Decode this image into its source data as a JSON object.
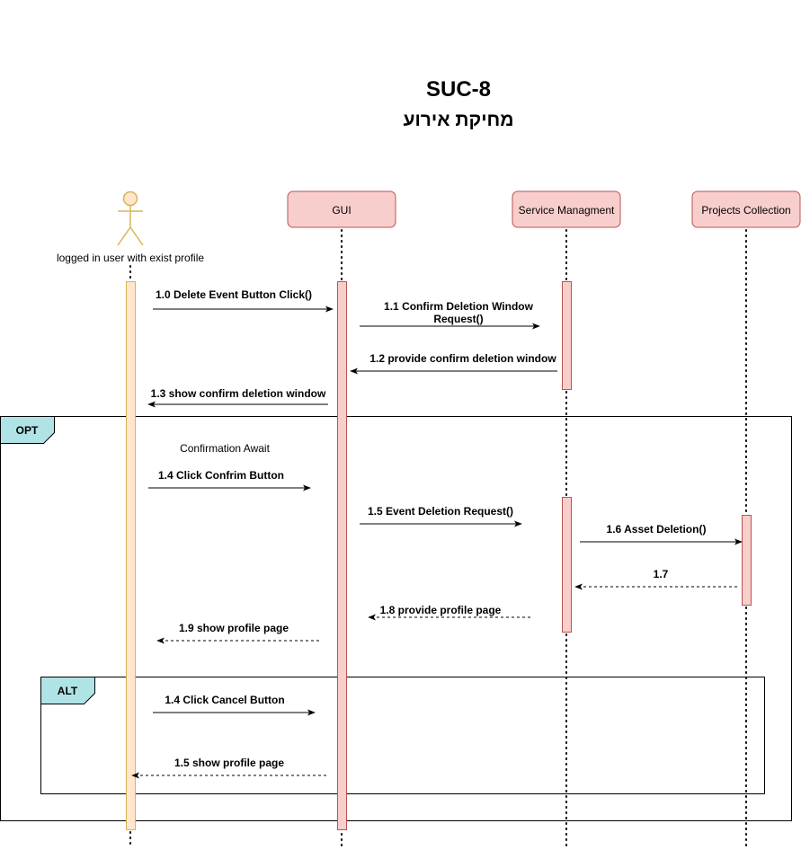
{
  "title": "SUC-8",
  "subtitle": "מחיקת אירוע",
  "colors": {
    "participant_fill": "#f8cecc",
    "participant_stroke": "#b85450",
    "actor_fill": "#ffe6cc",
    "actor_stroke": "#d6b656",
    "actor_figure": "#d6b656",
    "fragment_tag_fill": "#b0e3e6",
    "fragment_tag_stroke": "#0e8088"
  },
  "actor": {
    "label": "logged in user with exist profile",
    "icon": "stick-figure-icon"
  },
  "participants": [
    "GUI",
    "Service Managment",
    "Projects Collection"
  ],
  "messages": {
    "m1_0": "1.0 Delete Event Button Click()",
    "m1_1a": "1.1 Confirm Deletion Window",
    "m1_1b": "Request()",
    "m1_2": "1.2 provide confirm deletion window",
    "m1_3": "1.3 show confirm deletion window",
    "m1_4": "1.4 Click Confrim Button",
    "m1_5": "1.5 Event Deletion Request()",
    "m1_6": "1.6 Asset Deletion()",
    "m1_7": "1.7",
    "m1_8": "1.8 provide profile page",
    "m1_9": "1.9 show profile page",
    "alt_1_4": "1.4 Click Cancel Button",
    "alt_1_5": "1.5 show profile page"
  },
  "fragments": {
    "opt_label": "OPT",
    "opt_guard": "Confirmation Await",
    "alt_label": "ALT"
  }
}
